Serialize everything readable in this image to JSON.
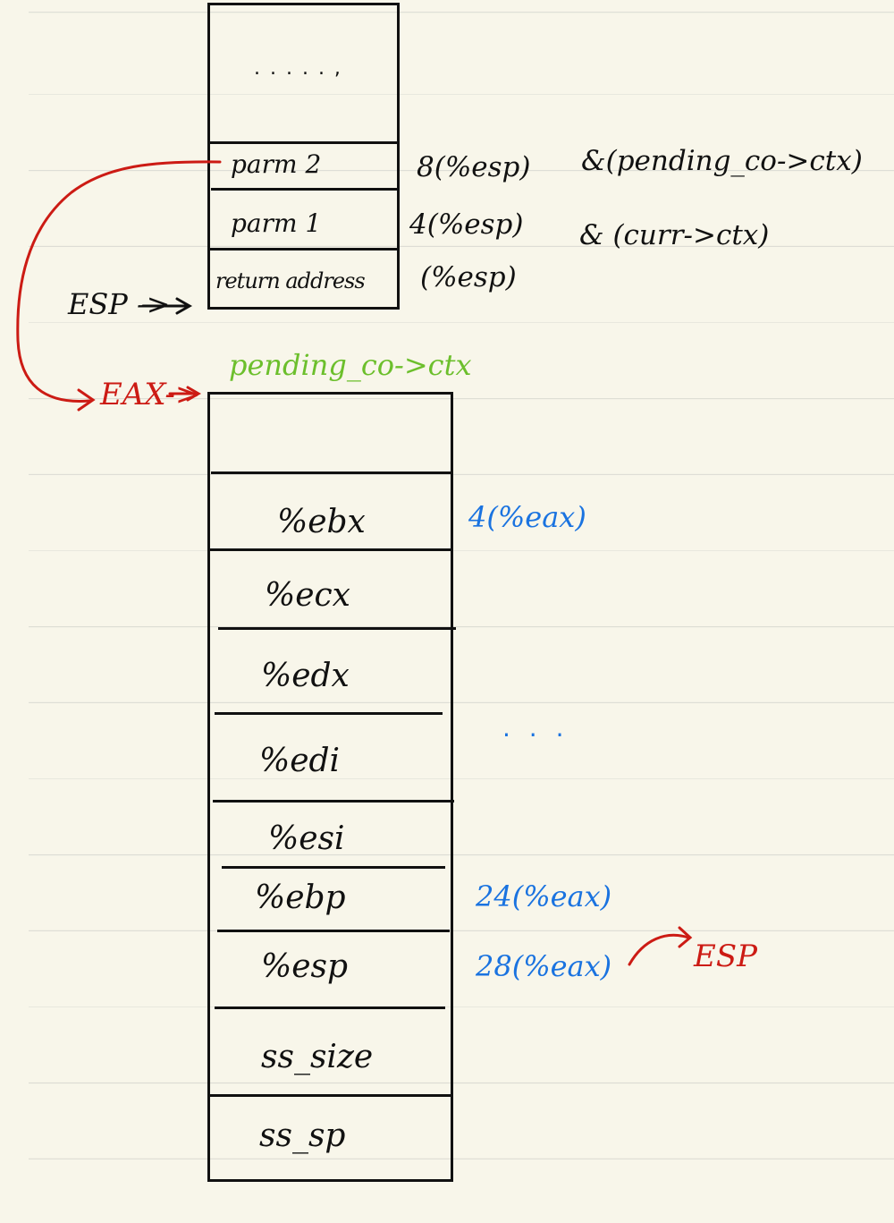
{
  "top_stack": {
    "ellipsis": ". . . . . ,",
    "rows": [
      {
        "label": "parm 2",
        "offset": "8(%esp)",
        "note": "&(pending_co->ctx)"
      },
      {
        "label": "parm 1",
        "offset": "4(%esp)",
        "note": "& (curr->ctx)"
      },
      {
        "label": "return address",
        "offset": "(%esp)"
      }
    ],
    "pointer_label": "ESP ->"
  },
  "bottom_stack": {
    "title": "pending_co->ctx",
    "pointer_label": "EAX->",
    "rows": [
      {
        "label": ""
      },
      {
        "label": "%ebx",
        "offset": "4(%eax)"
      },
      {
        "label": "%ecx"
      },
      {
        "label": "%edx"
      },
      {
        "label": "%edi"
      },
      {
        "label": "%esi"
      },
      {
        "label": "%ebp",
        "offset": "24(%eax)"
      },
      {
        "label": "%esp",
        "offset": "28(%eax)",
        "arrow_target": "ESP"
      },
      {
        "label": "ss_size"
      },
      {
        "label": "ss_sp"
      }
    ],
    "middle_ellipsis": ". . ."
  },
  "colors": {
    "ink": "#111111",
    "red": "#cc1b14",
    "blue": "#1a73e0",
    "green": "#6cbf2c",
    "paper": "#f8f6ea"
  }
}
